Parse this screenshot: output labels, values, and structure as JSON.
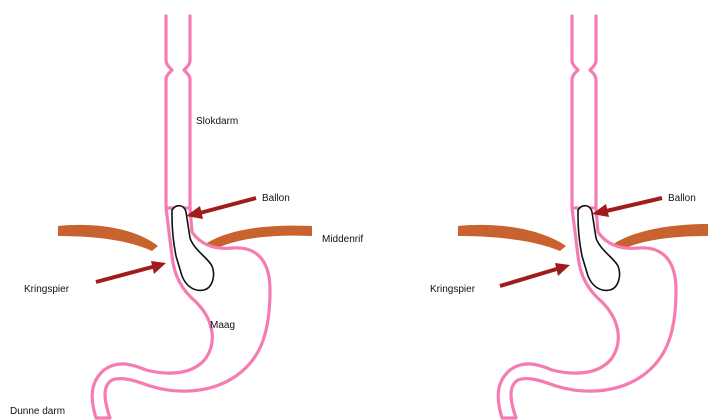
{
  "colors": {
    "tissue": "#f57bb0",
    "diaphragm": "#c8622e",
    "arrow": "#a01c1c",
    "balloon_outline": "#111111"
  },
  "left_panel": {
    "esophagus_label": "Slokdarm",
    "balloon_label": "Ballon",
    "diaphragm_label": "Middenrif",
    "sphincter_label": "Kringspier",
    "stomach_label": "Maag",
    "duodenum_label": "Dunne darm"
  },
  "right_panel": {
    "balloon_label": "Ballon",
    "sphincter_label": "Kringspier"
  }
}
